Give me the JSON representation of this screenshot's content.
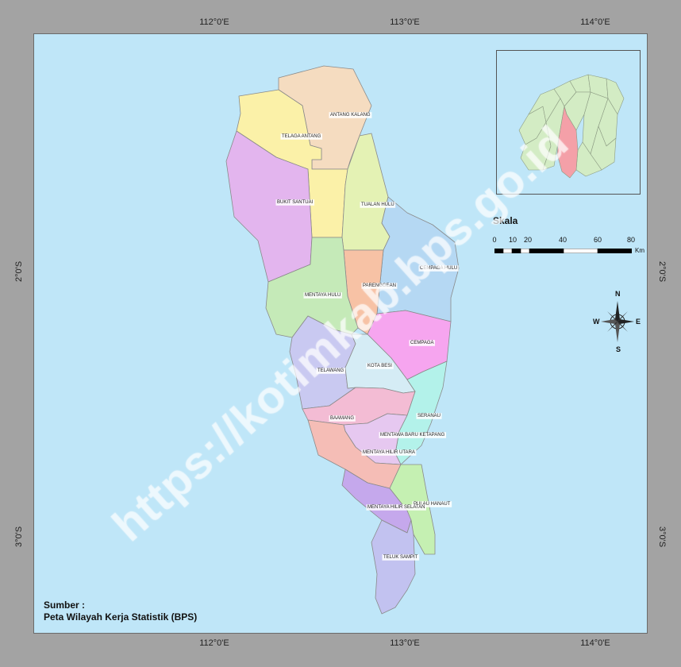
{
  "coordinates": {
    "top": [
      "112°0'E",
      "113°0'E",
      "114°0'E"
    ],
    "bottom": [
      "112°0'E",
      "113°0'E",
      "114°0'E"
    ],
    "left": [
      "2°0'S",
      "3°0'S"
    ],
    "right": [
      "2°0'S",
      "3°0'S"
    ]
  },
  "districts": [
    {
      "key": "antang_kalang",
      "label": "ANTANG KALANG",
      "color": "#f5dcc0"
    },
    {
      "key": "telaga_antang",
      "label": "TELAGA ANTANG",
      "color": "#fbf1a8"
    },
    {
      "key": "bukit_santuai",
      "label": "BUKIT SANTUAI",
      "color": "#e3b5ee"
    },
    {
      "key": "tualan_hulu",
      "label": "TUALAN HULU",
      "color": "#e4f2b4"
    },
    {
      "key": "cempaga_hulu",
      "label": "CEMPAGA HULU",
      "color": "#b5d8f3"
    },
    {
      "key": "parenggean",
      "label": "PARENGGEAN",
      "color": "#f7c2a5"
    },
    {
      "key": "mentaya_hulu",
      "label": "MENTAYA HULU",
      "color": "#c5eab8"
    },
    {
      "key": "cempaga",
      "label": "CEMPAGA",
      "color": "#f6a5ef"
    },
    {
      "key": "telawang",
      "label": "TELAWANG",
      "color": "#c9c9f1"
    },
    {
      "key": "kota_besi",
      "label": "KOTA BESI",
      "color": "#d5ecf5"
    },
    {
      "key": "seranau",
      "label": "SERANAU",
      "color": "#b3f2ea"
    },
    {
      "key": "baamang",
      "label": "BAAMANG",
      "color": "#f3bcd4"
    },
    {
      "key": "mb_ketapang",
      "label": "MENTAWA BARU KETAPANG",
      "color": "#e6c8f0"
    },
    {
      "key": "mh_utara",
      "label": "MENTAYA HILIR UTARA",
      "color": "#f5bdb6"
    },
    {
      "key": "pulau_hanaut",
      "label": "PULAU HANAUT",
      "color": "#c5f0b2"
    },
    {
      "key": "mh_selatan",
      "label": "MENTAYA HILIR SELATAN",
      "color": "#c5a8ec"
    },
    {
      "key": "teluk_sampit",
      "label": "TELUK SAMPIT",
      "color": "#c2c2f0"
    }
  ],
  "scale": {
    "title": "Skala",
    "ticks": [
      "0",
      "10",
      "20",
      "40",
      "60",
      "80"
    ],
    "unit": "Km"
  },
  "compass": {
    "n": "N",
    "s": "S",
    "e": "E",
    "w": "W"
  },
  "source": {
    "heading": "Sumber :",
    "text": "Peta Wilayah Kerja Statistik (BPS)"
  },
  "watermark": "https://kotimkab.bps.go.id",
  "colors": {
    "water": "#bfe6f8",
    "frame": "#a3a3a3",
    "inset_land": "#d3ecc4",
    "inset_highlight": "#f4a0a8"
  }
}
